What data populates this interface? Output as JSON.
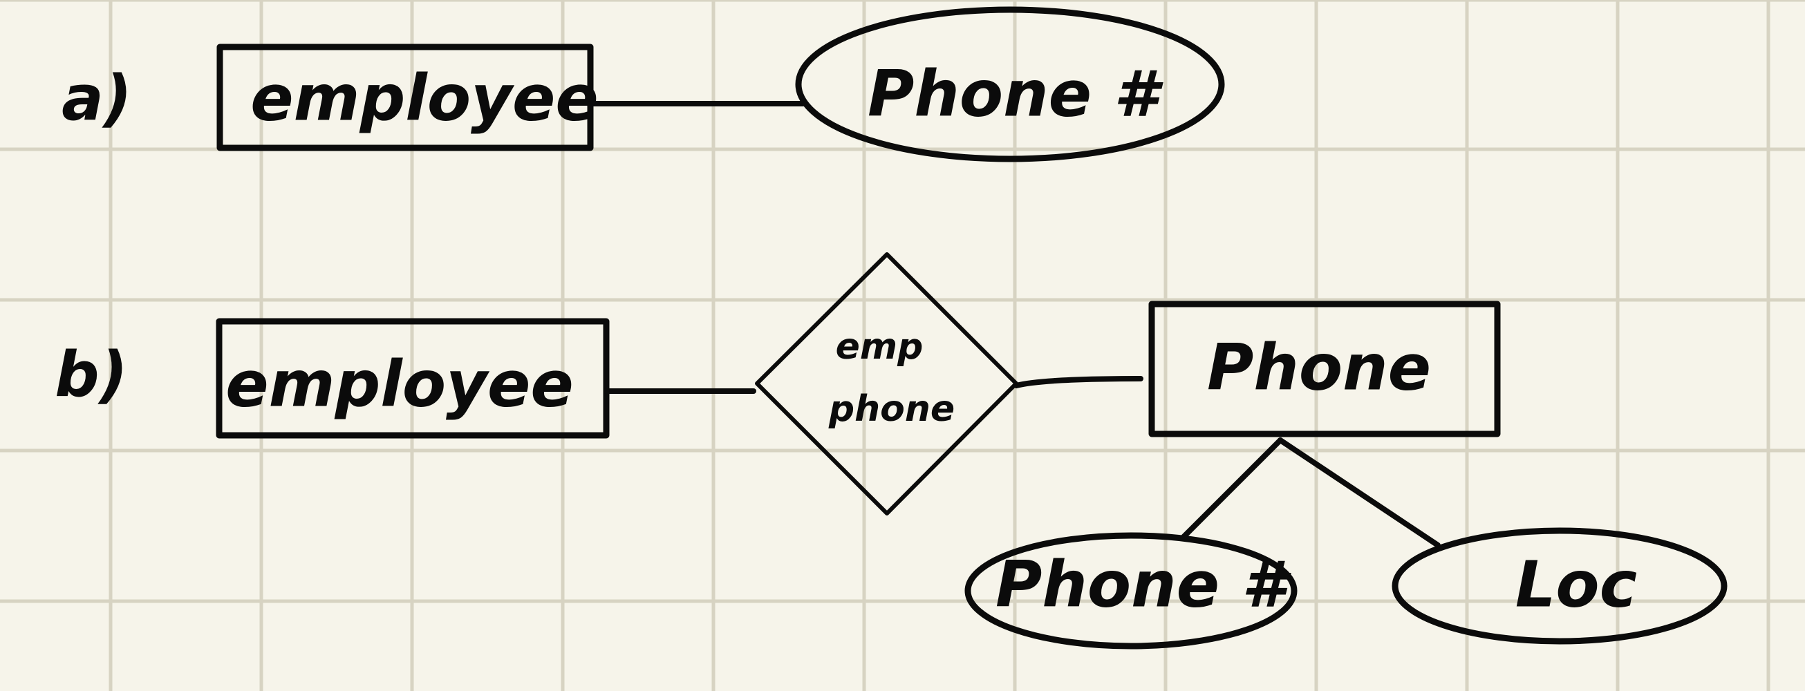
{
  "part_a": {
    "marker": "a)",
    "entity": "employee",
    "attribute": "Phone #"
  },
  "part_b": {
    "marker": "b)",
    "entity_left": "employee",
    "relationship_line1": "emp",
    "relationship_line2": "phone",
    "entity_right": "Phone",
    "attribute_left": "Phone #",
    "attribute_right": "Loc"
  },
  "colors": {
    "paper": "#f6f4ea",
    "grid": "#d7d3c2",
    "ink": "#0b0b0b"
  }
}
